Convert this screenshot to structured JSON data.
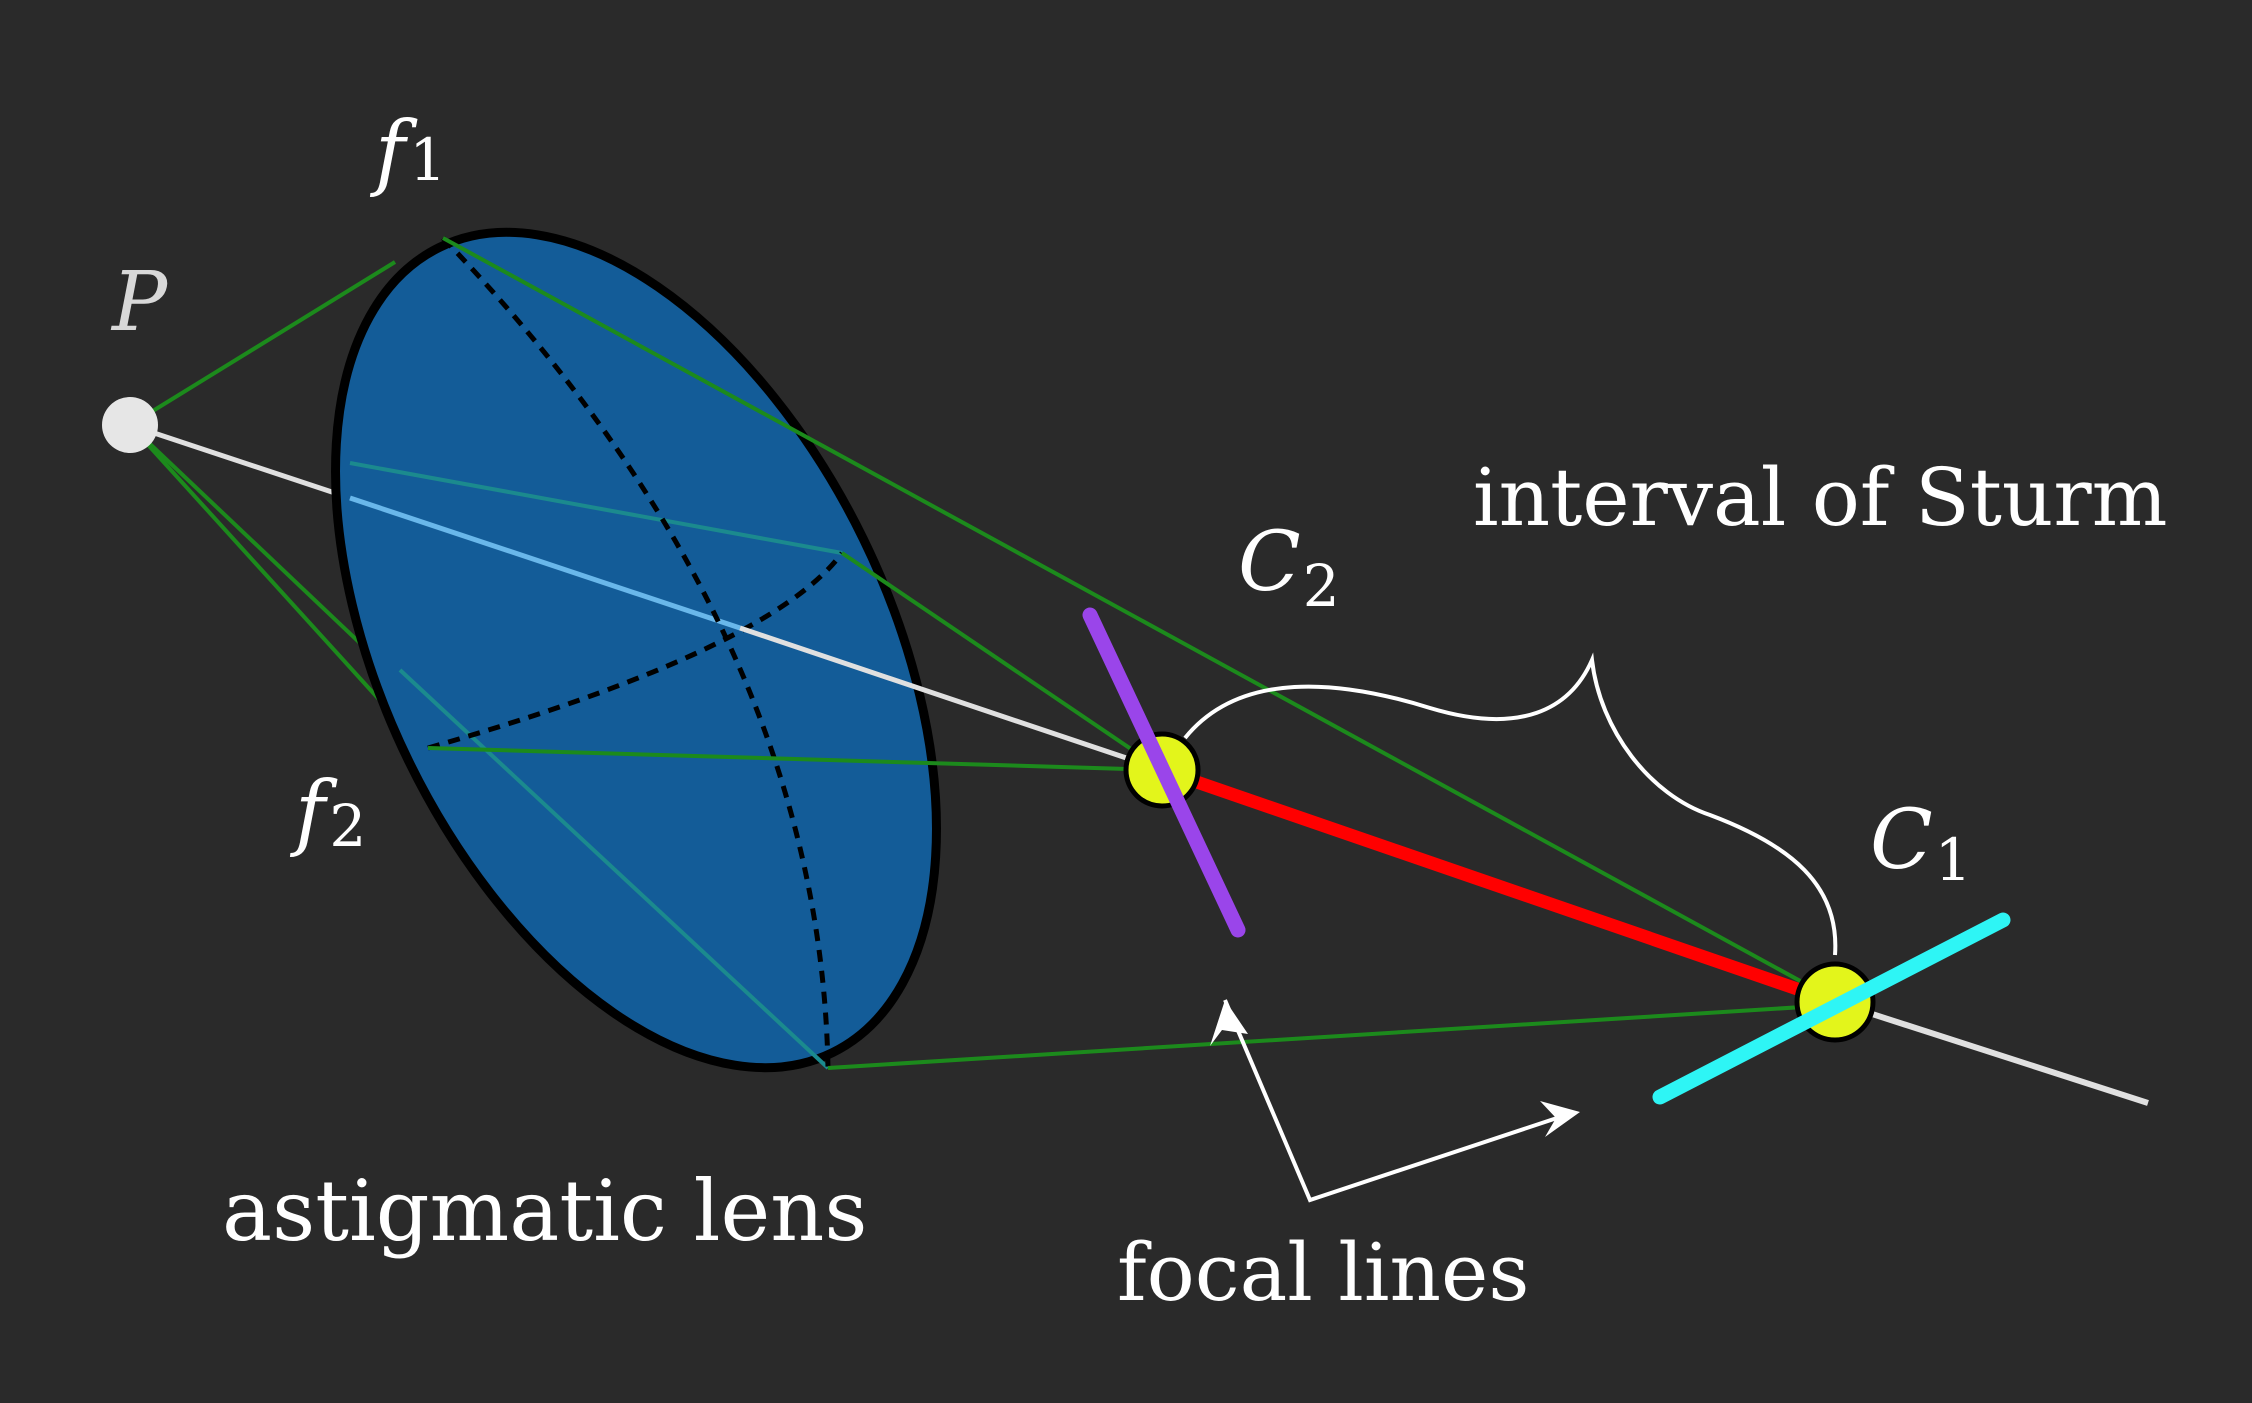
{
  "colors": {
    "background": "#2a2a2a",
    "lens_fill": "#135c98",
    "lens_outline": "#000000",
    "ray": "#1c8a1c",
    "optical_axis": "#e0e0e0",
    "interval": "#ff0000",
    "focal_line_c2": "#9a45ea",
    "focal_line_c1": "#2ef5f5",
    "focal_point": "#e3f51b",
    "source_point": "#e6e6e6",
    "text": "#ffffff"
  },
  "labels": {
    "point_source": "P",
    "f1_main": "f",
    "f1_sub": "1",
    "f2_main": "f",
    "f2_sub": "2",
    "c2_main": "C",
    "c2_sub": "2",
    "c1_main": "C",
    "c1_sub": "1",
    "interval": "interval of Sturm",
    "lens": "astigmatic lens",
    "focal_lines": "focal lines"
  }
}
